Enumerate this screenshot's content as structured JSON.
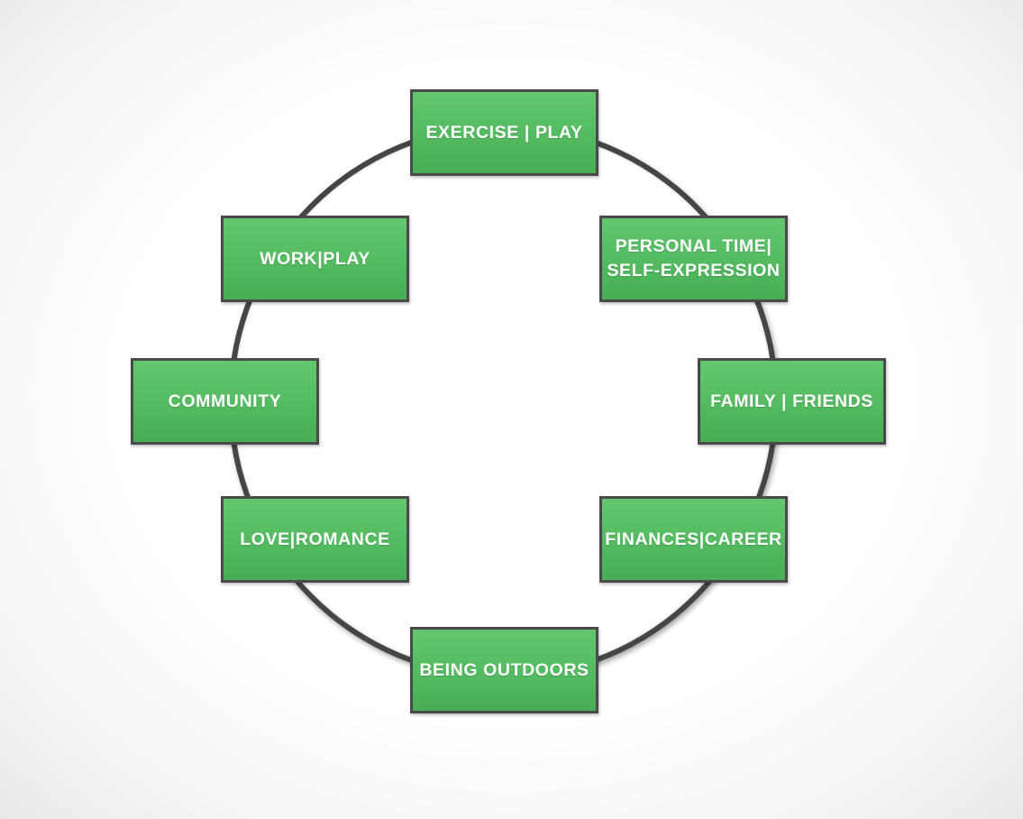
{
  "diagram": {
    "nodes": {
      "exercise": "EXERCISE  |  PLAY",
      "personal": "PERSONAL TIME|\nSELF-EXPRESSION",
      "family": "FAMILY  |  FRIENDS",
      "finances": "FINANCES|CAREER",
      "outdoors": "BEING OUTDOORS",
      "love": "LOVE|ROMANCE",
      "community": "COMMUNITY",
      "work": "WORK|PLAY"
    },
    "colors": {
      "node_fill": "#56bd63",
      "node_border": "#4a4a4a",
      "ring": "#454545",
      "text": "#ffffff"
    }
  }
}
